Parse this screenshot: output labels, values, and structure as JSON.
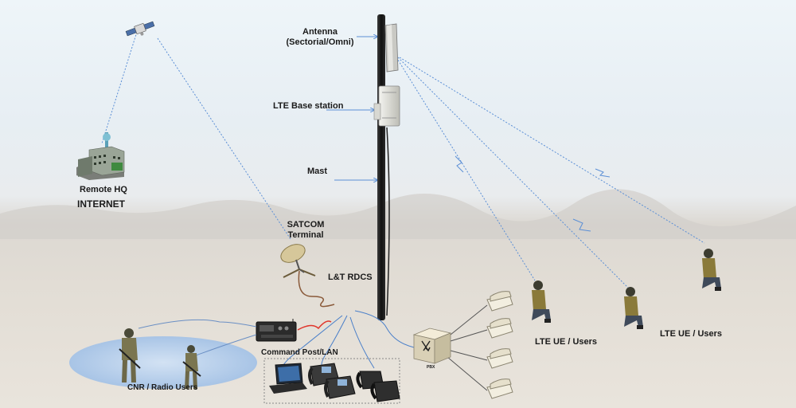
{
  "labels": {
    "antenna": "Antenna",
    "antenna_sub": "(Sectorial/Omni)",
    "lte_base_station": "LTE Base station",
    "mast": "Mast",
    "remote_hq": "Remote HQ",
    "internet": "INTERNET",
    "satcom": "SATCOM",
    "satcom_sub": "Terminal",
    "lt_rdcs": "L&T RDCS",
    "command_post": "Command Post/LAN",
    "pbx": "PBX",
    "lte_users_1": "LTE UE / Users",
    "lte_users_2": "LTE UE / Users",
    "cnr_users": "CNR / Radio Users"
  },
  "colors": {
    "dashed_link": "#5b8fd6",
    "cnr_zone": "#a9c9ef",
    "lan_cable": "#4a7fc9",
    "rf_cable": "#e0352b",
    "power_cable": "#8a5a3a"
  },
  "icons": [
    "satellite-icon",
    "building-icon",
    "antenna-panel-icon",
    "base-station-icon",
    "satcom-dish-icon",
    "radio-rack-icon",
    "laptop-icon",
    "ip-phone-icon",
    "pbx-router-icon",
    "desk-phone-icon",
    "soldier-icon"
  ]
}
